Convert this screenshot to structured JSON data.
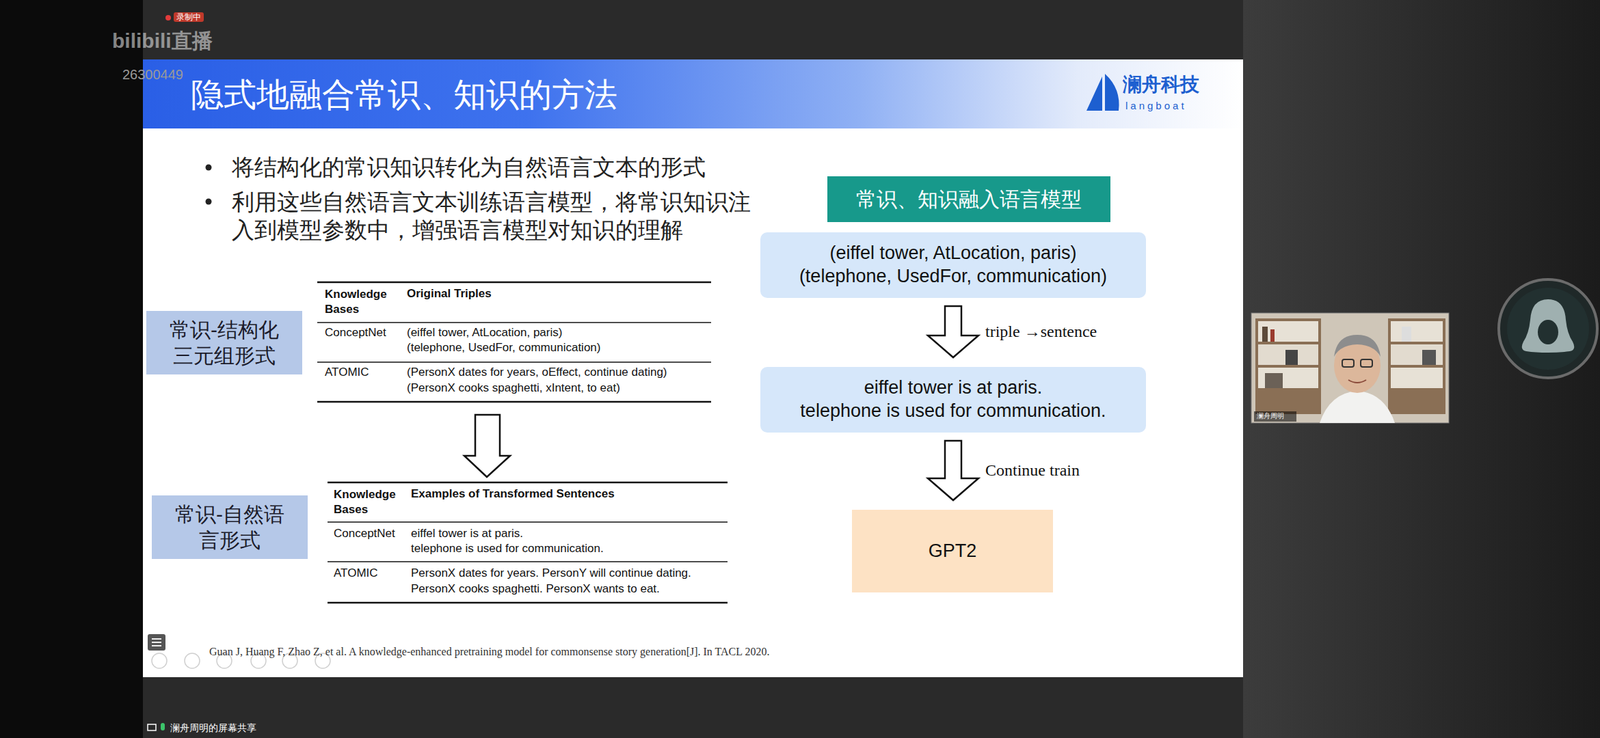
{
  "diagram": {
    "title": "隐式地融合常识、知识的方法",
    "nodes": [
      {
        "text": [
          "常识-结构化三元组形式"
        ]
      },
      {
        "text": [
          "常识-自然语言形式"
        ]
      },
      {
        "text": [
          "常识、知识融入语言模型"
        ]
      },
      {
        "text": [
          "(eiffel tower, AtLocation, paris)",
          "(telephone, UsedFor, communication)"
        ]
      },
      {
        "text": [
          "eiffel tower is at paris.",
          "telephone is used for communication."
        ]
      },
      {
        "text": [
          "GPT2"
        ]
      }
    ],
    "edges": [
      {
        "from": 3,
        "to": 4,
        "label": "triple →sentence",
        "arrow": "to"
      },
      {
        "from": 4,
        "to": 5,
        "label": "Continue train",
        "arrow": "to"
      }
    ],
    "labels": [
      "bilibili直播",
      "录制中",
      "26300449",
      "澜舟科技",
      "langboat",
      "将结构化的常识知识转化为自然语言文本的形式",
      "利用这些自然语言文本训练语言模型，将常识知识注入到模型参数中，增强语言模型对知识的理解",
      "Knowledge Bases",
      "Original Triples",
      "ConceptNet",
      "(eiffel tower, AtLocation, paris)",
      "(telephone, UsedFor, communication)",
      "ATOMIC",
      "(PersonX dates for years, oEffect, continue dating)",
      "(PersonX cooks spaghetti, xIntent, to eat)",
      "Knowledge Bases",
      "Examples of Transformed Sentences",
      "ConceptNet",
      "eiffel tower is at paris.",
      "telephone is used for communication.",
      "ATOMIC",
      "PersonX dates for years. PersonY will continue dating.",
      "PersonX cooks spaghetti. PersonX wants to eat.",
      "Guan J, Huang F, Zhao Z, et al. A knowledge-enhanced pretraining model for commonsense story generation[J]. In TACL 2020.",
      "澜舟周明",
      "澜舟周明的屏幕共享"
    ]
  }
}
